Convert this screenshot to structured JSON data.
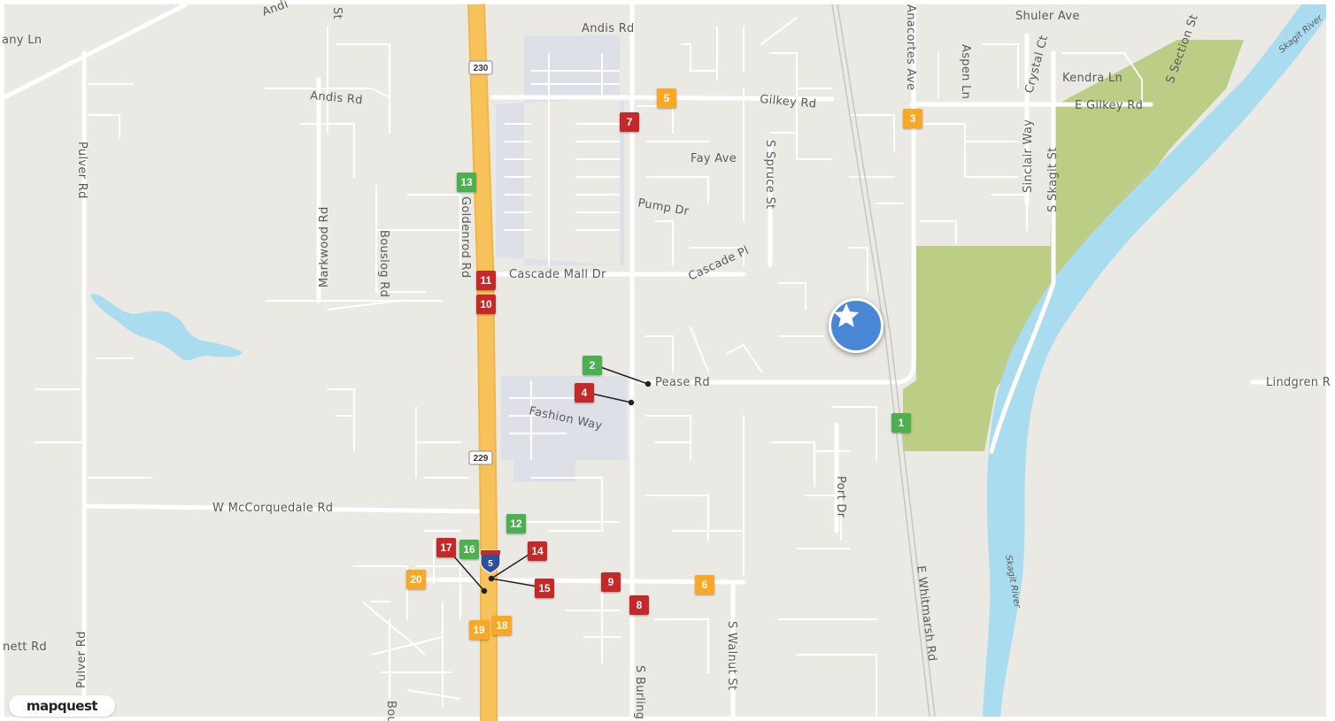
{
  "map": {
    "colors": {
      "land": "#ebe9e4",
      "road": "#ffffff",
      "highway": "#f7c25a",
      "water": "#a9dcef",
      "park": "#bccd86",
      "parking": "#dde0e6",
      "marker_green": "#4caf50",
      "marker_red": "#c62828",
      "marker_orange": "#f9a825",
      "pin": "#4a86d6"
    },
    "street_labels": [
      "Andis Rd",
      "Andis Rd",
      "Andi",
      "St",
      "any Ln",
      "Pulver Rd",
      "Pulver Rd",
      "Markwood Rd",
      "Bouslog Rd",
      "Goldenrod Rd",
      "Cascade Mall Dr",
      "Gilkey Rd",
      "Fay Ave",
      "Pump Dr",
      "Cascade Pl",
      "S Spruce St",
      "Pease Rd",
      "Fashion Way",
      "W McCorquedale Rd",
      "nett Rd",
      "Bou",
      "S Burling",
      "S Walnut St",
      "Port Dr",
      "E Whitmarsh Rd",
      "Lindgren R",
      "Shuler Ave",
      "Kendra Ln",
      "E Gilkey Rd",
      "S Section St",
      "Sinclair Way",
      "S Skagit St",
      "Crystal Ct",
      "Aspen Ln",
      "Anacortes Ave",
      "Skagit River",
      "Skagit River"
    ],
    "route_shields": [
      "230",
      "229",
      "5"
    ],
    "markers": [
      {
        "num": "1",
        "color": "green"
      },
      {
        "num": "2",
        "color": "green"
      },
      {
        "num": "3",
        "color": "orange"
      },
      {
        "num": "4",
        "color": "red"
      },
      {
        "num": "5",
        "color": "orange"
      },
      {
        "num": "6",
        "color": "orange"
      },
      {
        "num": "7",
        "color": "red"
      },
      {
        "num": "8",
        "color": "red"
      },
      {
        "num": "9",
        "color": "red"
      },
      {
        "num": "10",
        "color": "red"
      },
      {
        "num": "11",
        "color": "red"
      },
      {
        "num": "12",
        "color": "green"
      },
      {
        "num": "13",
        "color": "green"
      },
      {
        "num": "14",
        "color": "red"
      },
      {
        "num": "15",
        "color": "red"
      },
      {
        "num": "16",
        "color": "green"
      },
      {
        "num": "17",
        "color": "red"
      },
      {
        "num": "18",
        "color": "orange"
      },
      {
        "num": "19",
        "color": "orange"
      },
      {
        "num": "20",
        "color": "orange"
      }
    ],
    "pin_icon": "star-icon",
    "logo": "mapquest"
  }
}
